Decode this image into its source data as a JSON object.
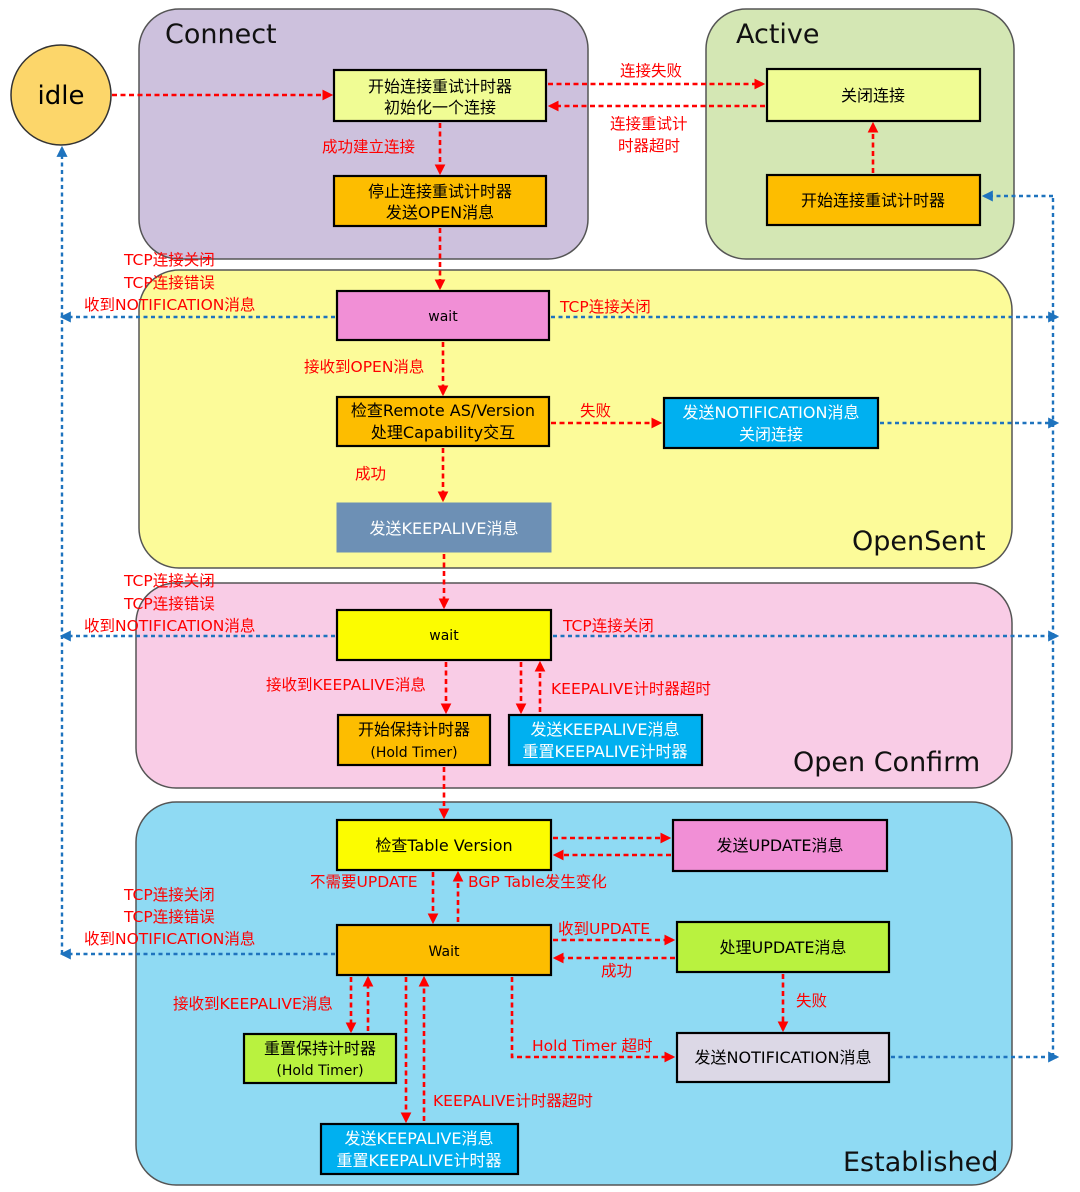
{
  "states": {
    "idle": "idle",
    "connect": "Connect",
    "active": "Active",
    "opensent": "OpenSent",
    "openconfirm": "Open Confirm",
    "established": "Established"
  },
  "connect": {
    "start_retry_1": "开始连接重试计时器",
    "start_retry_2": "初始化一个连接",
    "stop_retry_1": "停止连接重试计时器",
    "stop_retry_2": "发送OPEN消息",
    "conn_success": "成功建立连接",
    "conn_fail": "连接失败",
    "retry_timeout_1": "连接重试计",
    "retry_timeout_2": "时器超时"
  },
  "active": {
    "close_conn": "关闭连接",
    "start_retry": "开始连接重试计时器"
  },
  "opensent": {
    "wait": "wait",
    "recv_open": "接收到OPEN消息",
    "check_1": "检查Remote AS/Version",
    "check_2": "处理Capability交互",
    "fail": "失败",
    "notify_1": "发送NOTIFICATION消息",
    "notify_2": "关闭连接",
    "success": "成功",
    "send_keepalive": "发送KEEPALIVE消息",
    "tcp_closed": "TCP连接关闭"
  },
  "openconfirm": {
    "wait": "wait",
    "recv_keepalive": "接收到KEEPALIVE消息",
    "hold_1": "开始保持计时器",
    "hold_2": "(Hold Timer)",
    "ka_send_1": "发送KEEPALIVE消息",
    "ka_send_2": "重置KEEPALIVE计时器",
    "ka_timeout": "KEEPALIVE计时器超时",
    "tcp_closed": "TCP连接关闭"
  },
  "established": {
    "check_table": "检查Table Version",
    "send_update": "发送UPDATE消息",
    "no_update": "不需要UPDATE",
    "bgp_change": "BGP Table发生变化",
    "wait": "Wait",
    "recv_update": "收到UPDATE",
    "process_update": "处理UPDATE消息",
    "success": "成功",
    "fail": "失败",
    "recv_keepalive": "接收到KEEPALIVE消息",
    "hold_reset_1": "重置保持计时器",
    "hold_reset_2": "(Hold Timer)",
    "hold_timeout": "Hold Timer 超时",
    "notify": "发送NOTIFICATION消息",
    "ka_timeout": "KEEPALIVE计时器超时",
    "ka_send_1": "发送KEEPALIVE消息",
    "ka_send_2": "重置KEEPALIVE计时器"
  },
  "errors": {
    "tcp_close": "TCP连接关闭",
    "tcp_error": "TCP连接错误",
    "recv_notification": "收到NOTIFICATION消息"
  },
  "colors": {
    "connect_bg": "#cdc1dd",
    "active_bg": "#d4e7b4",
    "opensent_bg": "#fcfb99",
    "openconfirm_bg": "#f9cce6",
    "established_bg": "#8fdaf3",
    "idle_fill": "#fcd66a",
    "red_arrow": "#ff0000",
    "blue_arrow": "#1e73be"
  }
}
